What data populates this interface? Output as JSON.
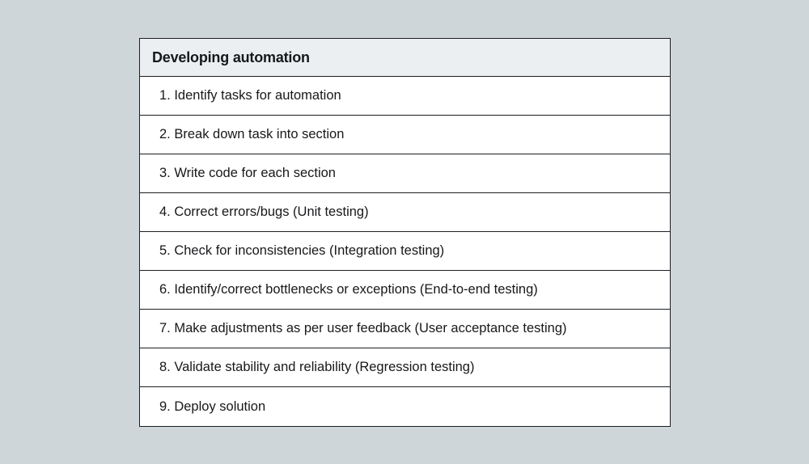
{
  "table": {
    "title": "Developing automation",
    "rows": [
      "1. Identify tasks for automation",
      "2. Break down task into section",
      "3. Write code for each section",
      "4. Correct errors/bugs (Unit testing)",
      "5. Check for inconsistencies (Integration testing)",
      "6. Identify/correct bottlenecks or exceptions (End-to-end testing)",
      "7. Make adjustments as per user feedback (User acceptance testing)",
      "8. Validate stability and reliability (Regression testing)",
      "9. Deploy solution"
    ]
  },
  "colors": {
    "page_background": "#cfd6da",
    "header_background": "#eceff1",
    "row_background": "#ffffff",
    "border": "#1c1e21",
    "text": "#17181a"
  }
}
